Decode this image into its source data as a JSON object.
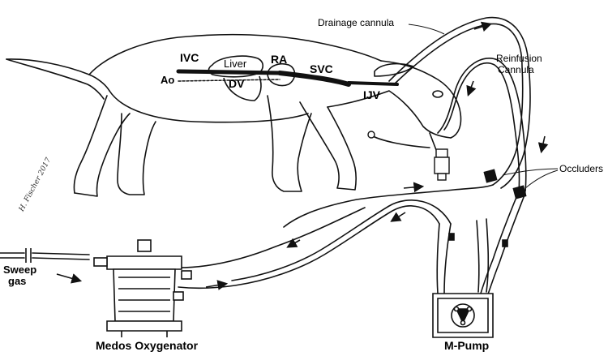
{
  "labels": {
    "ivc": "IVC",
    "liver": "Liver",
    "ra": "RA",
    "svc": "SVC",
    "ao": "Ao",
    "dv": "DV",
    "ijv": "IJV",
    "drainage_cannula": "Drainage cannula",
    "reinfusion_line1": "Reinfusion",
    "reinfusion_line2": "Cannula",
    "occluders": "Occluders",
    "sweep_line1": "Sweep",
    "sweep_line2": "gas",
    "oxygenator": "Medos Oxygenator",
    "pump": "M-Pump"
  },
  "signature": "H. Fischer 2017",
  "colors": {
    "line": "#111111",
    "background": "#ffffff"
  }
}
